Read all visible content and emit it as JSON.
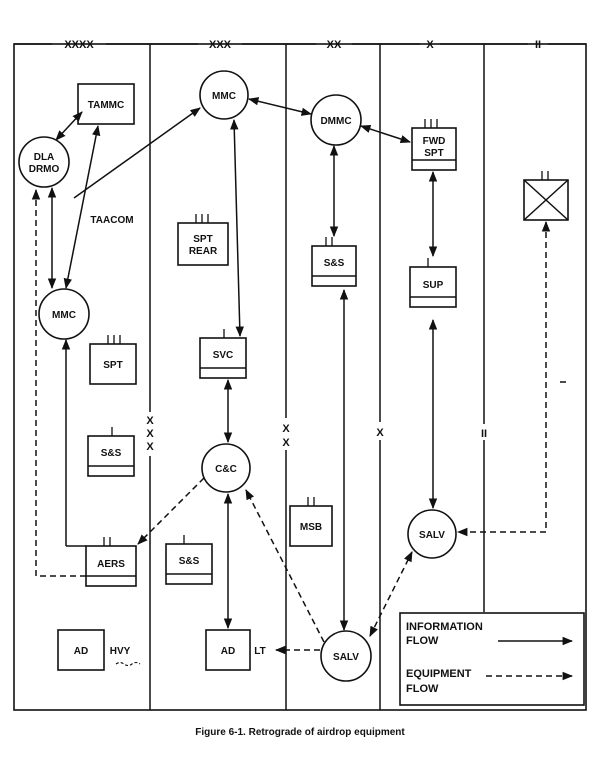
{
  "echelons": [
    "XXXX",
    "XXX",
    "XX",
    "X",
    "II"
  ],
  "boundary_labels": [
    "XXX",
    "XX",
    "X",
    "II"
  ],
  "nodes": {
    "tammc": "TAMMC",
    "dla_drmo": [
      "DLA",
      "DRMO"
    ],
    "taacom": "TAACOM",
    "mmc_corps": "MMC",
    "dmmc": "DMMC",
    "fwd_spt": [
      "FWD",
      "SPT"
    ],
    "spt_rear": [
      "SPT",
      "REAR"
    ],
    "ss_div": "S&S",
    "sup": "SUP",
    "mmc_theater": "MMC",
    "spt_theater": "SPT",
    "svc": "SVC",
    "ss_theater": "S&S",
    "cc": "C&C",
    "msb": "MSB",
    "salv_bde": "SALV",
    "aers": "AERS",
    "ss_corps": "S&S",
    "ad_hvy": "AD",
    "hvy": "HVY",
    "ad_lt": "AD",
    "lt": "LT",
    "salv_div": "SALV"
  },
  "legend": {
    "information": [
      "INFORMATION",
      "FLOW"
    ],
    "equipment": [
      "EQUIPMENT",
      "FLOW"
    ]
  },
  "caption": "Figure 6-1.  Retrograde of airdrop equipment"
}
